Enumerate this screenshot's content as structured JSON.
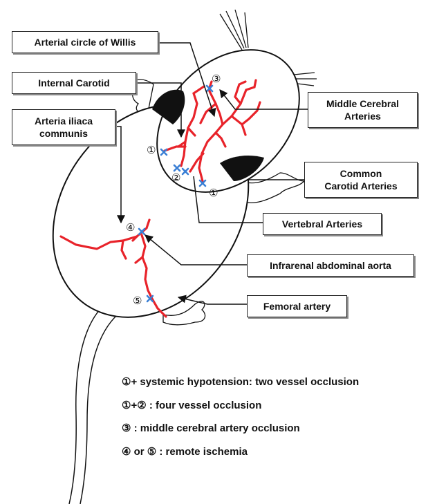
{
  "colors": {
    "artery": "#e8232a",
    "occlusion": "#3a7fd5",
    "outline": "#111111",
    "ear": "#111111"
  },
  "labels": {
    "willis": "Arterial circle of Willis",
    "internal_carotid": "Internal Carotid",
    "iliaca_1": "Arteria iliaca",
    "iliaca_2": "communis",
    "mca_1": "Middle Cerebral",
    "mca_2": "Arteries",
    "cca_1": "Common",
    "cca_2": "Carotid Arteries",
    "vertebral": "Vertebral Arteries",
    "aorta": "Infrarenal abdominal aorta",
    "femoral": "Femoral artery"
  },
  "markers": {
    "m1": "①",
    "m2": "②",
    "m3": "③",
    "m4": "④",
    "m5": "⑤"
  },
  "legend": [
    "①+ systemic hypotension: two vessel occlusion",
    "①+② : four vessel occlusion",
    "③ : middle cerebral artery occlusion",
    "④ or ⑤ : remote ischemia"
  ]
}
